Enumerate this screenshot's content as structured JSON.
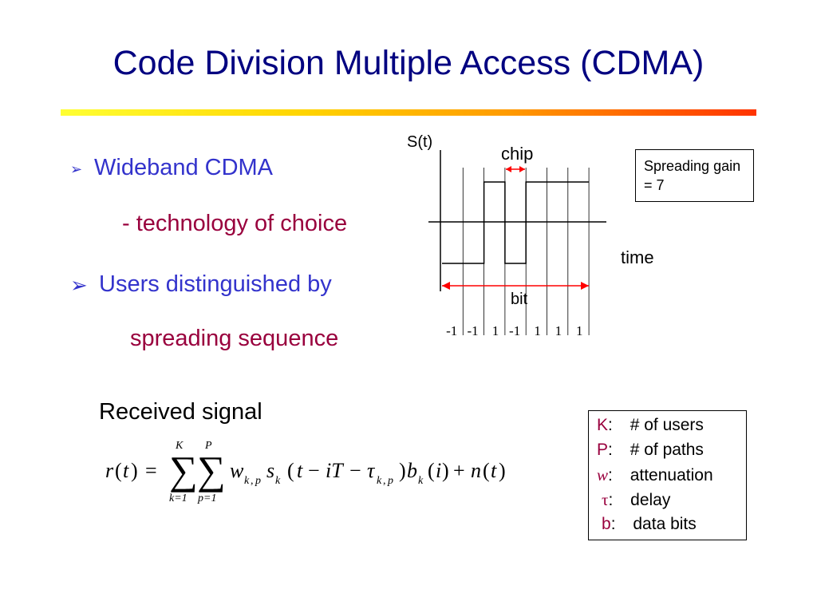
{
  "title": "Code Division Multiple Access (CDMA)",
  "bullets": [
    {
      "text": "Wideband CDMA",
      "sub": "- technology of choice"
    },
    {
      "text": "Users distinguished by",
      "sub": "spreading sequence"
    }
  ],
  "received_signal_label": "Received signal",
  "formula": {
    "lhs": "r(t) =",
    "sum1_upper": "K",
    "sum1_lower": "k=1",
    "sum2_upper": "P",
    "sum2_lower": "p=1",
    "body": "w_{k,p} s_k (t − iT − τ_{k,p}) b_k(i) + n(t)"
  },
  "diagram": {
    "y_axis_label": "S(t)",
    "x_axis_label": "time",
    "chip_label": "chip",
    "bit_label": "bit",
    "spreading_box": "Spreading gain = 7",
    "chips": [
      -1,
      -1,
      1,
      -1,
      1,
      1,
      1
    ],
    "chip_labels": [
      "-1",
      "-1",
      "1",
      "-1",
      "1",
      "1",
      "1"
    ],
    "marker_color": "#ff0000"
  },
  "legend": [
    {
      "key": "K",
      "sep": ":",
      "desc": "# of users"
    },
    {
      "key": "P",
      "sep": ":",
      "desc": "# of paths"
    },
    {
      "key": "w",
      "sep": ":",
      "desc": "attenuation"
    },
    {
      "key": "τ",
      "sep": ":",
      "desc": "delay"
    },
    {
      "key": "b",
      "sep": ":",
      "desc": "data bits"
    }
  ]
}
